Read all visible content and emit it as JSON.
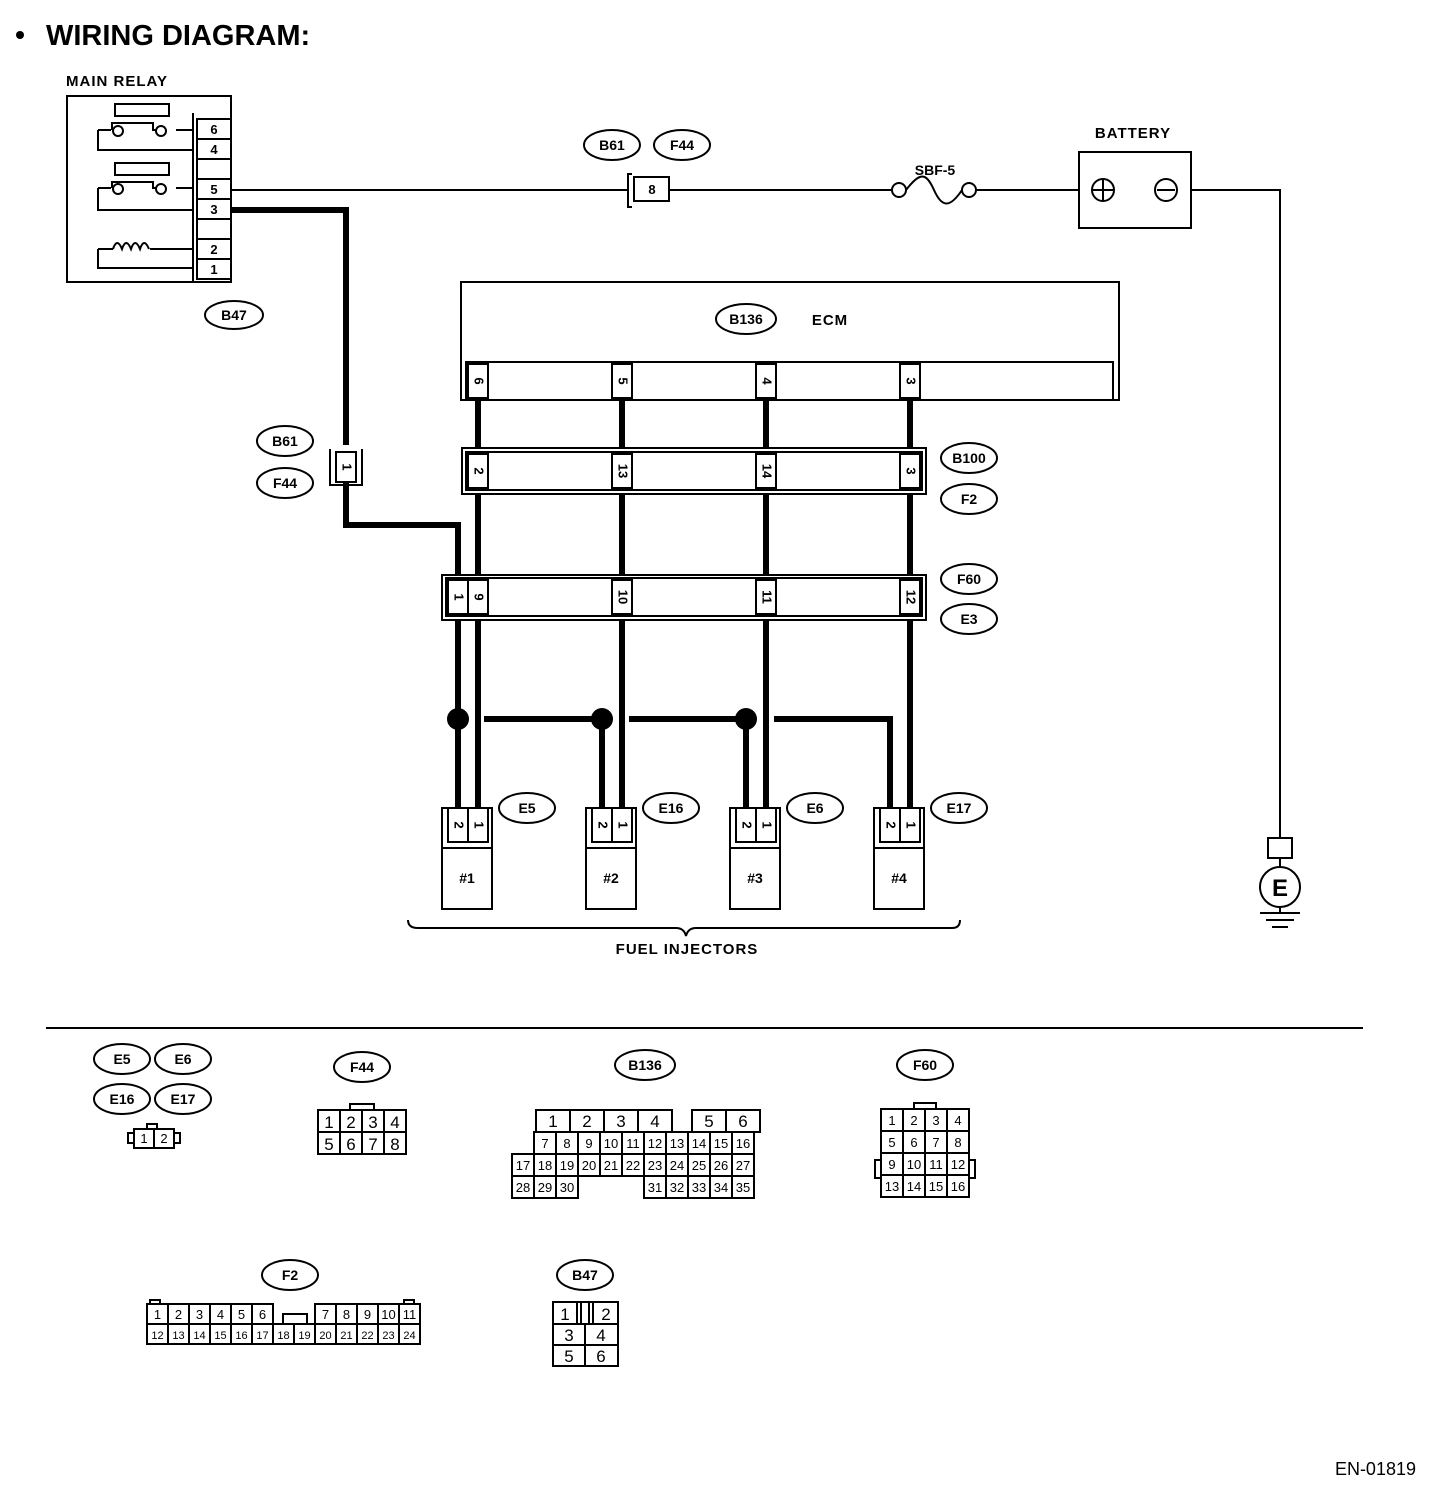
{
  "title": "WIRING DIAGRAM:",
  "figure_ref": "EN-01819",
  "components": {
    "main_relay": "MAIN RELAY",
    "battery": "BATTERY",
    "fuse": "SBF-5",
    "ecm": "ECM",
    "injectors_group": "FUEL INJECTORS",
    "ground": "E",
    "injector_labels": [
      "#1",
      "#2",
      "#3",
      "#4"
    ]
  },
  "connectors": {
    "b47": "B47",
    "b61": "B61",
    "f44": "F44",
    "b136": "B136",
    "b100": "B100",
    "f2": "F2",
    "f60": "F60",
    "e3": "E3",
    "e5": "E5",
    "e6": "E6",
    "e16": "E16",
    "e17": "E17"
  },
  "pins": {
    "relay": [
      "6",
      "4",
      "5",
      "3",
      "2",
      "1"
    ],
    "f44_top": "8",
    "f44_left": "1",
    "ecm": [
      "6",
      "5",
      "4",
      "3"
    ],
    "b100": [
      "2",
      "13",
      "14",
      "3"
    ],
    "f60": [
      "1",
      "9",
      "10",
      "11",
      "12"
    ],
    "injector": [
      "2",
      "1"
    ]
  },
  "connector_views": {
    "e5_e6_e16_e17": [
      "1",
      "2"
    ],
    "f44": [
      [
        "1",
        "2",
        "3",
        "4"
      ],
      [
        "5",
        "6",
        "7",
        "8"
      ]
    ],
    "b136": [
      [
        "1",
        "2",
        "3",
        "4",
        "5",
        "6"
      ],
      [
        "7",
        "8",
        "9",
        "10",
        "11",
        "12",
        "13",
        "14",
        "15",
        "16"
      ],
      [
        "17",
        "18",
        "19",
        "20",
        "21",
        "22",
        "23",
        "24",
        "25",
        "26",
        "27"
      ],
      [
        "28",
        "29",
        "30",
        "31",
        "32",
        "33",
        "34",
        "35"
      ]
    ],
    "f60": [
      [
        "1",
        "2",
        "3",
        "4"
      ],
      [
        "5",
        "6",
        "7",
        "8"
      ],
      [
        "9",
        "10",
        "11",
        "12"
      ],
      [
        "13",
        "14",
        "15",
        "16"
      ]
    ],
    "f2": [
      [
        "1",
        "2",
        "3",
        "4",
        "5",
        "6",
        "7",
        "8",
        "9",
        "10",
        "11"
      ],
      [
        "12",
        "13",
        "14",
        "15",
        "16",
        "17",
        "18",
        "19",
        "20",
        "21",
        "22",
        "23",
        "24"
      ]
    ],
    "b47": [
      [
        "1",
        "2"
      ],
      [
        "3",
        "4"
      ],
      [
        "5",
        "6"
      ]
    ]
  }
}
